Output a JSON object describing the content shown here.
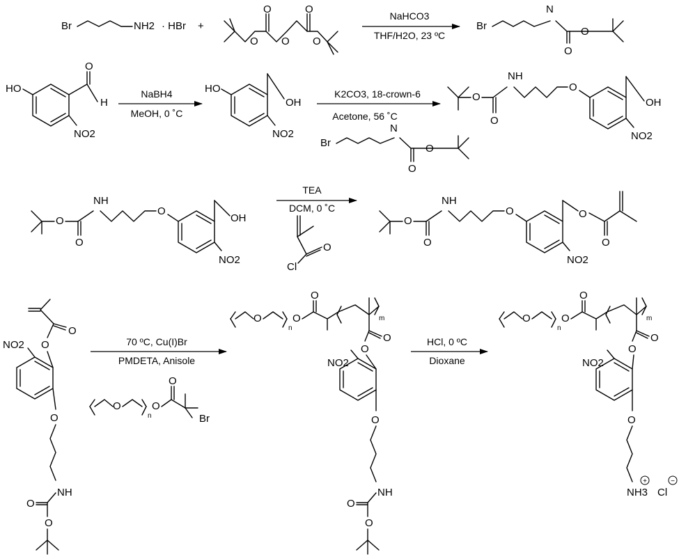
{
  "steps": [
    {
      "reagent_top": "NaHCO3",
      "reagent_bottom": "THF/H2O, 23 ºC"
    },
    {
      "reagent_top": "NaBH4",
      "reagent_bottom": "MeOH, 0 ˚C"
    },
    {
      "reagent_top": "K2CO3, 18-crown-6",
      "reagent_bottom": "Acetone, 56 ˚C"
    },
    {
      "reagent_top": "TEA",
      "reagent_bottom": "DCM, 0 ˚C"
    },
    {
      "reagent_top": "70 ºC, Cu(I)Br",
      "reagent_bottom": "PMDETA, Anisole"
    },
    {
      "reagent_top": "HCl, 0 ºC",
      "reagent_bottom": "Dioxane"
    }
  ],
  "atoms": {
    "br": "Br",
    "nh2": "NH2",
    "hbr": "· HBr",
    "plus": "+",
    "o": "O",
    "h": "H",
    "n": "N",
    "nh": "NH",
    "oh": "OH",
    "ho": "HO",
    "no2": "NO2",
    "cl": "Cl",
    "nh3": "NH3",
    "n_sub": "n",
    "m_sub": "m",
    "plus_charge": "+",
    "minus_charge": "−"
  }
}
